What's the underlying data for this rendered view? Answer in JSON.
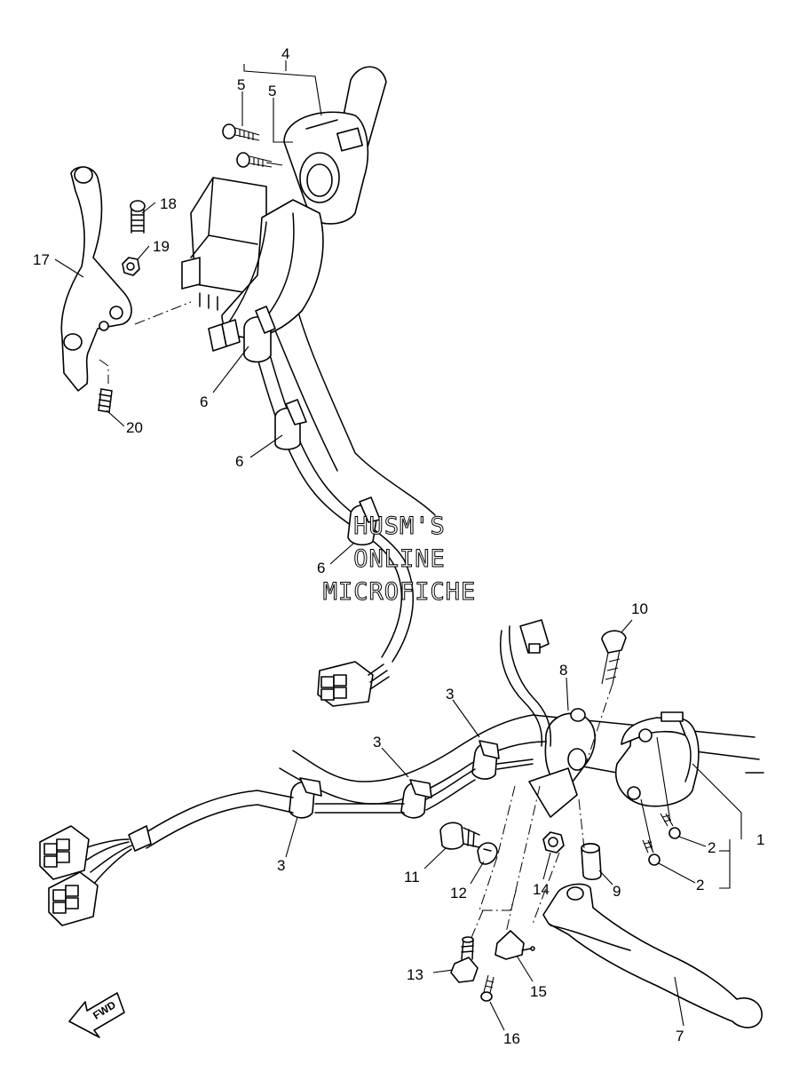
{
  "watermark": {
    "line1": "HUSM'S",
    "line2": "ONLINE",
    "line3": "MICROFICHE"
  },
  "fwd_label": "FWD",
  "callouts": {
    "c1": "1",
    "c2a": "2",
    "c2b": "2",
    "c3a": "3",
    "c3b": "3",
    "c3c": "3",
    "c4": "4",
    "c5a": "5",
    "c5b": "5",
    "c6a": "6",
    "c6b": "6",
    "c6c": "6",
    "c7": "7",
    "c8": "8",
    "c9": "9",
    "c10": "10",
    "c11": "11",
    "c12": "12",
    "c13": "13",
    "c14": "14",
    "c15": "15",
    "c16": "16",
    "c17": "17",
    "c18": "18",
    "c19": "19",
    "c20": "20"
  }
}
